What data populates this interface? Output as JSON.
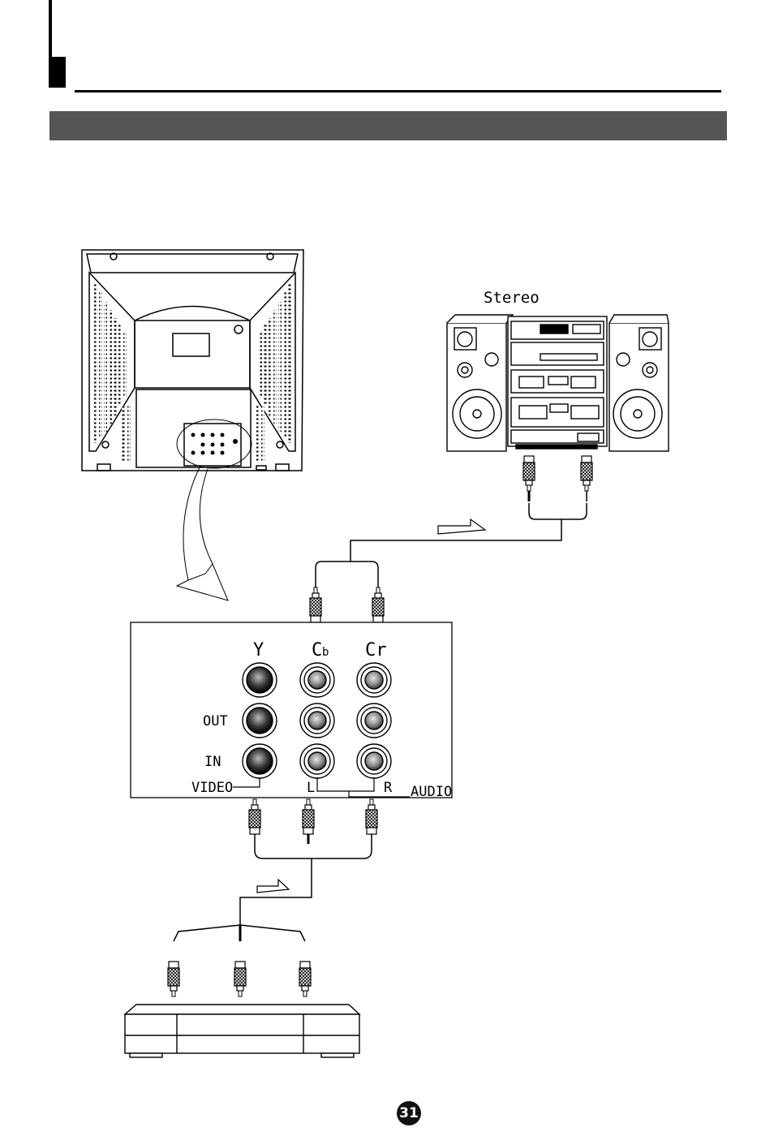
{
  "labels": {
    "stereo": "Stereo",
    "jack_y": "Y",
    "jack_cb_main": "C",
    "jack_cb_sub": "b",
    "jack_cr": "Cr",
    "row_out": "OUT",
    "row_in": "IN",
    "video": "VIDEO",
    "audio_left": "L",
    "audio_right": "R",
    "audio": "AUDIO"
  },
  "page_number": "31",
  "colors": {
    "band": "#555555",
    "ink": "#000000"
  }
}
